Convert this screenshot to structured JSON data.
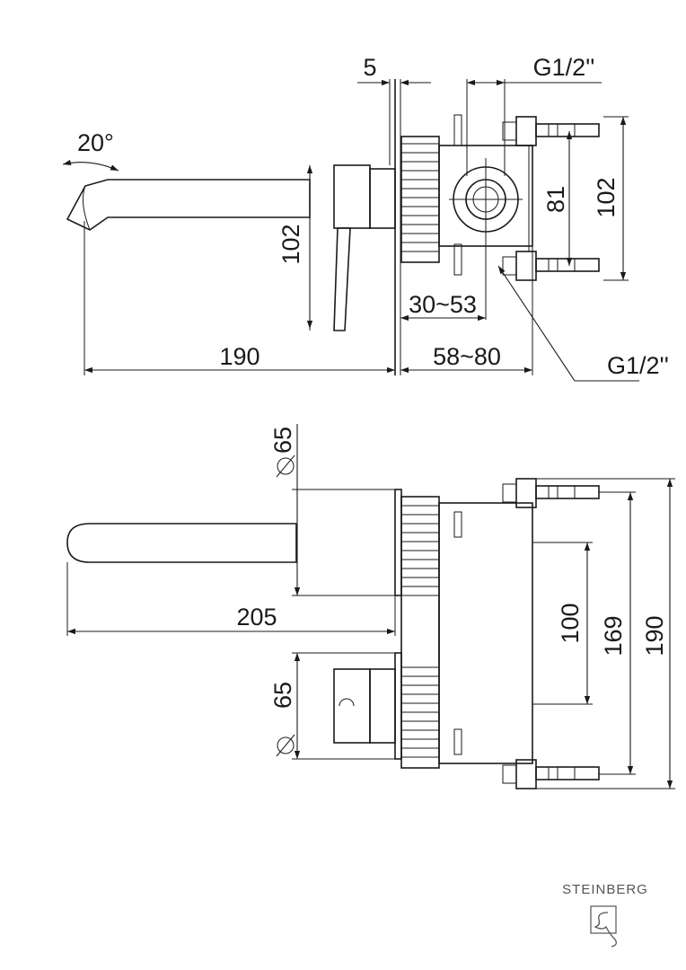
{
  "top_view": {
    "dim_wall_gap": "5",
    "dim_thread_top": "G1/2''",
    "dim_angle": "20°",
    "dim_inlet_spacing": "81",
    "dim_bracket_height": "102",
    "dim_plate_height": "102",
    "dim_depth_range": "30~53",
    "dim_spout_length": "190",
    "dim_body_range": "58~80",
    "dim_thread_bottom": "G1/2''"
  },
  "front_view": {
    "dim_spout_rosette": "65",
    "dim_spout_length": "205",
    "dim_lever_rosette": "65",
    "dim_axis_spacing": "100",
    "dim_mount_height": "169",
    "dim_total_height": "190"
  },
  "brand": {
    "name": "STEINBERG",
    "logo_icon": "steinberg-logo-icon"
  }
}
